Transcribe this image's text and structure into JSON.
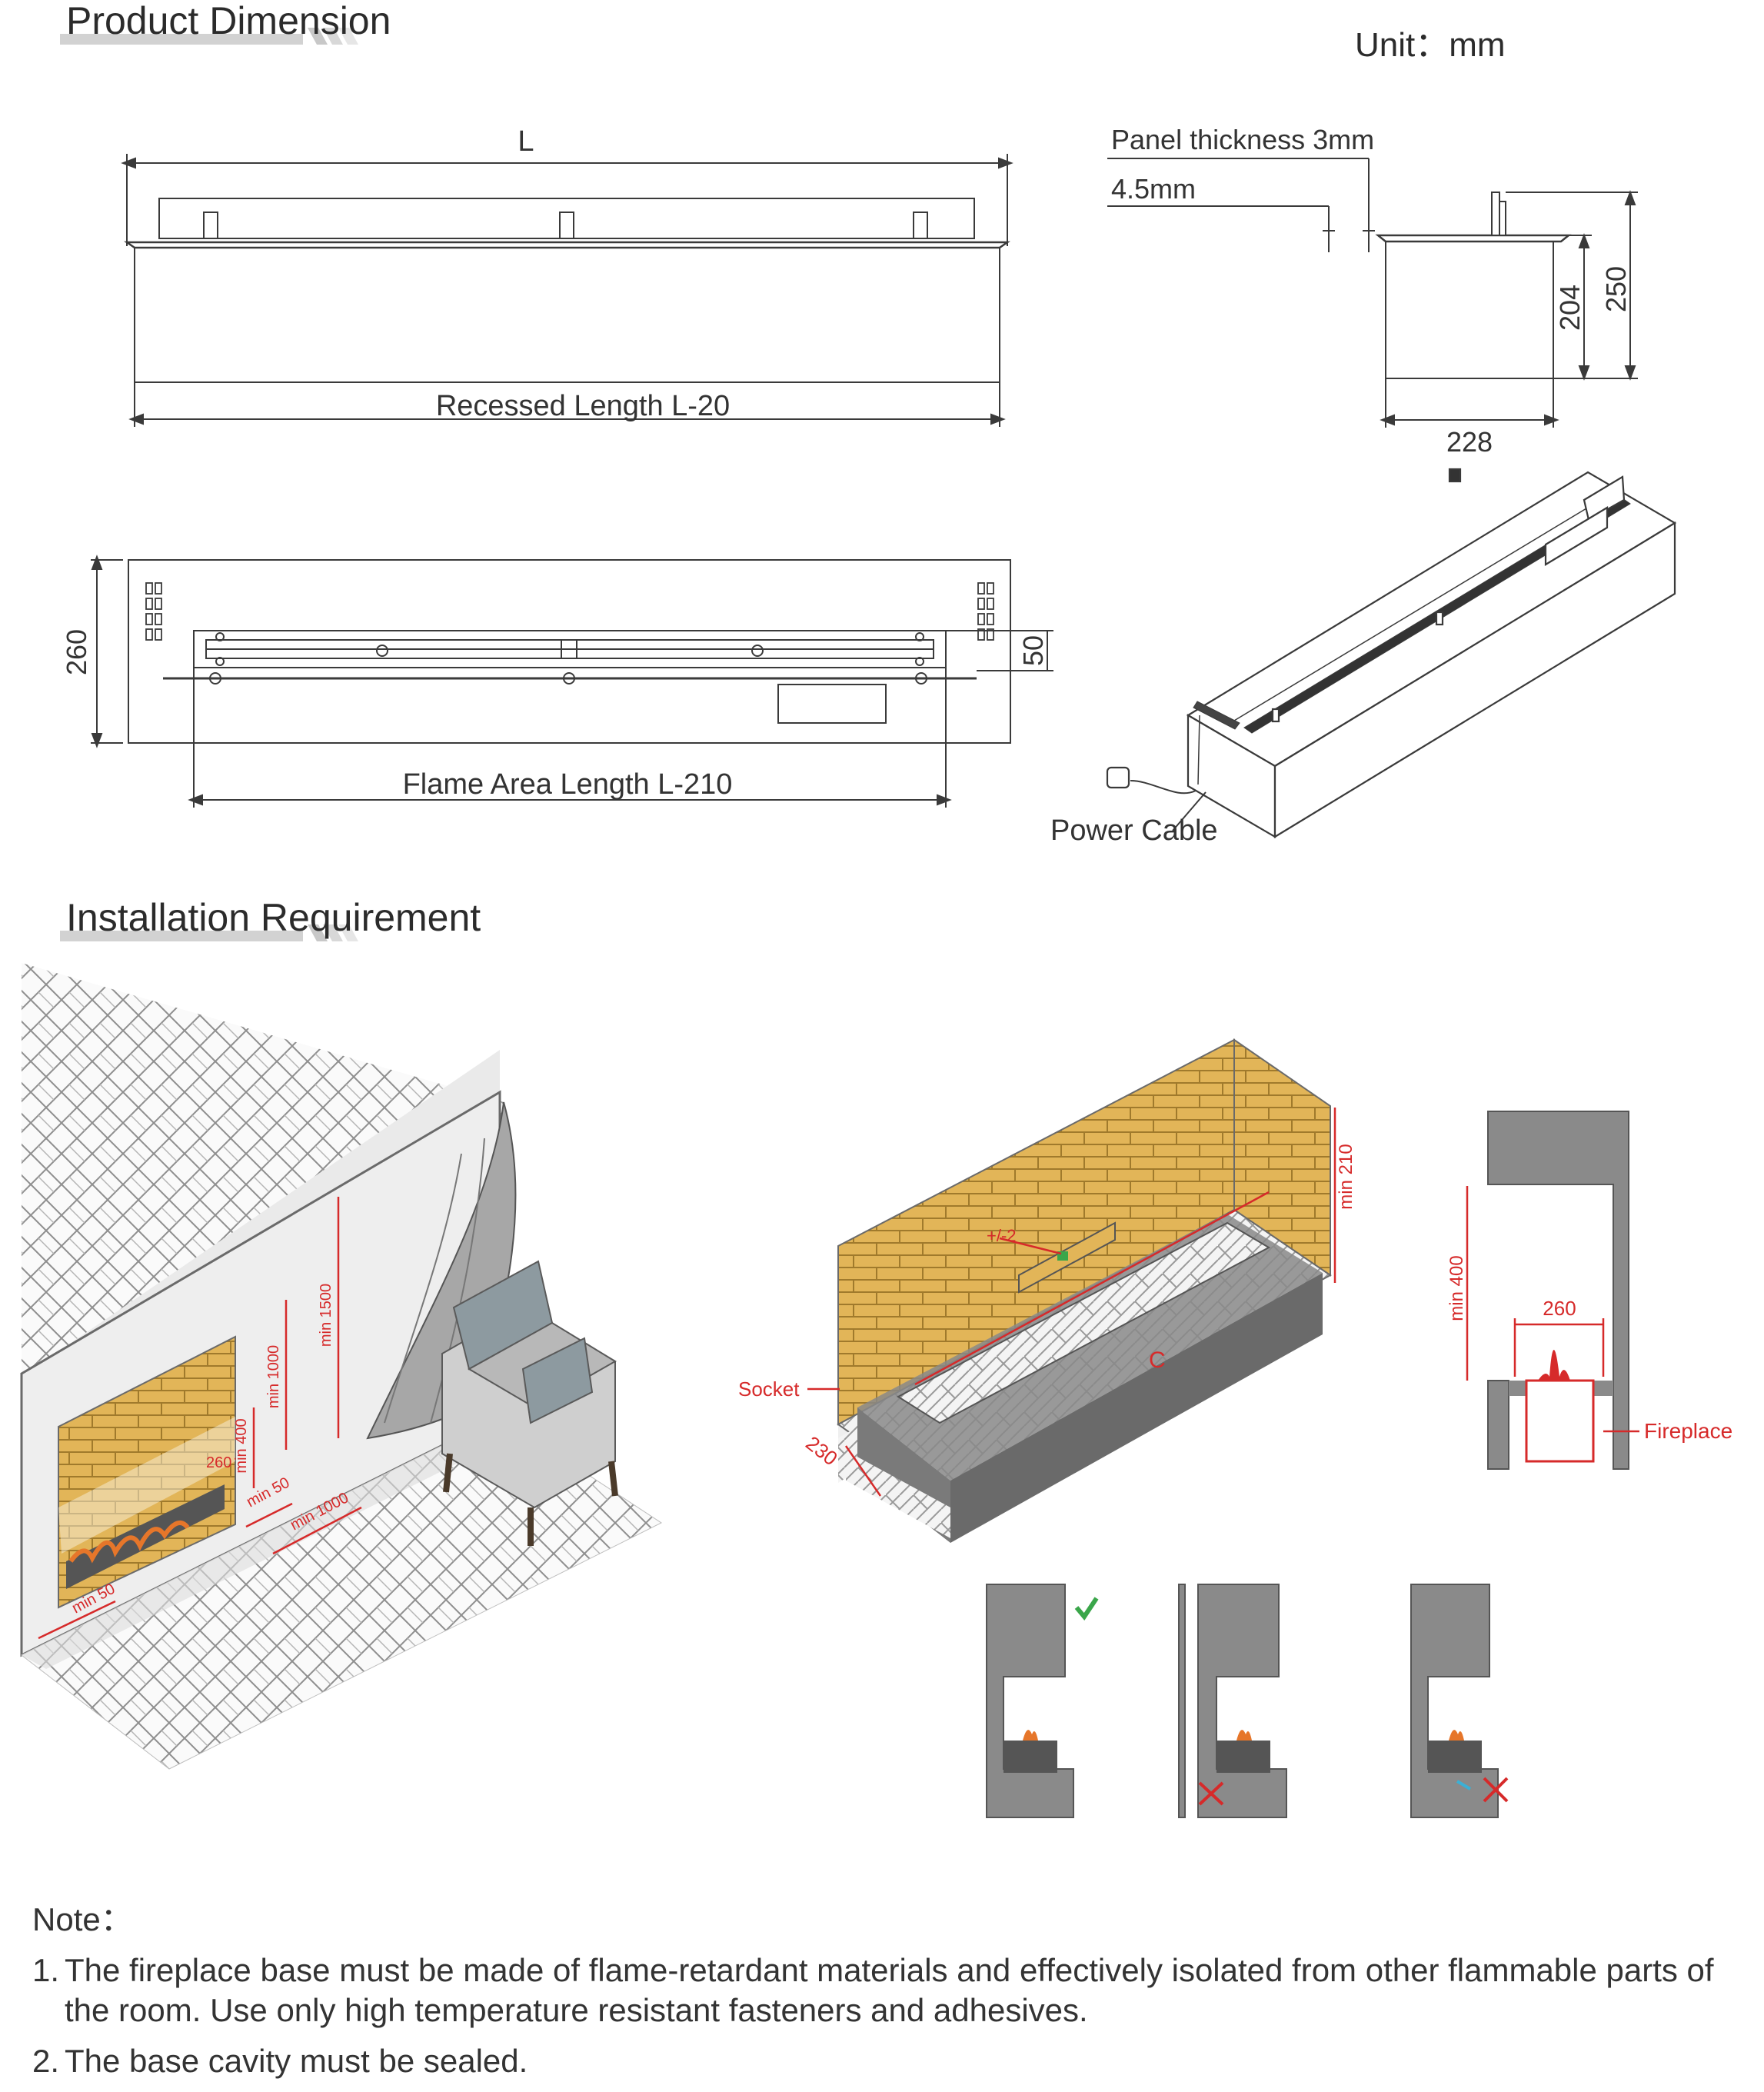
{
  "sections": {
    "dimension_title": "Product Dimension",
    "installation_title": "Installation Requirement"
  },
  "unit_label": "Unit：mm",
  "dimension": {
    "length_label": "L",
    "recessed_length": "Recessed Length L-20",
    "panel_thickness": "Panel thickness 3mm",
    "lip": "4.5mm",
    "height_204": "204",
    "height_250": "250",
    "width_228": "228",
    "depth_260": "260",
    "offset_50": "50",
    "flame_area_length": "Flame Area Length L-210",
    "power_cable": "Power Cable"
  },
  "installation": {
    "room": {
      "min_1500": "min 1500",
      "min_1000_v": "min 1000",
      "min_400": "min 400",
      "d_260": "260",
      "min_50_a": "min 50",
      "min_1000_h": "min 1000",
      "min_50_b": "min 50"
    },
    "cavity": {
      "tolerance": "+/-2",
      "socket": "Socket",
      "d_230": "230",
      "c_label": "C",
      "min_210": "min 210"
    },
    "section": {
      "min_400": "min 400",
      "d_260": "260",
      "fireplace": "Fireplace"
    }
  },
  "notes": {
    "title": "Note：",
    "items": [
      {
        "num": "1.",
        "text": "The fireplace base must be made of flame-retardant materials and effectively isolated from other flammable parts of the room. Use only high temperature resistant fasteners and adhesives."
      },
      {
        "num": "2.",
        "text": "The base cavity must be sealed."
      }
    ]
  },
  "colors": {
    "line": "#3a3a3a",
    "dimension_red": "#d62a2a",
    "brick": "#e2b558",
    "concrete": "#8a8a8a",
    "ok_green": "#3aa64a"
  }
}
